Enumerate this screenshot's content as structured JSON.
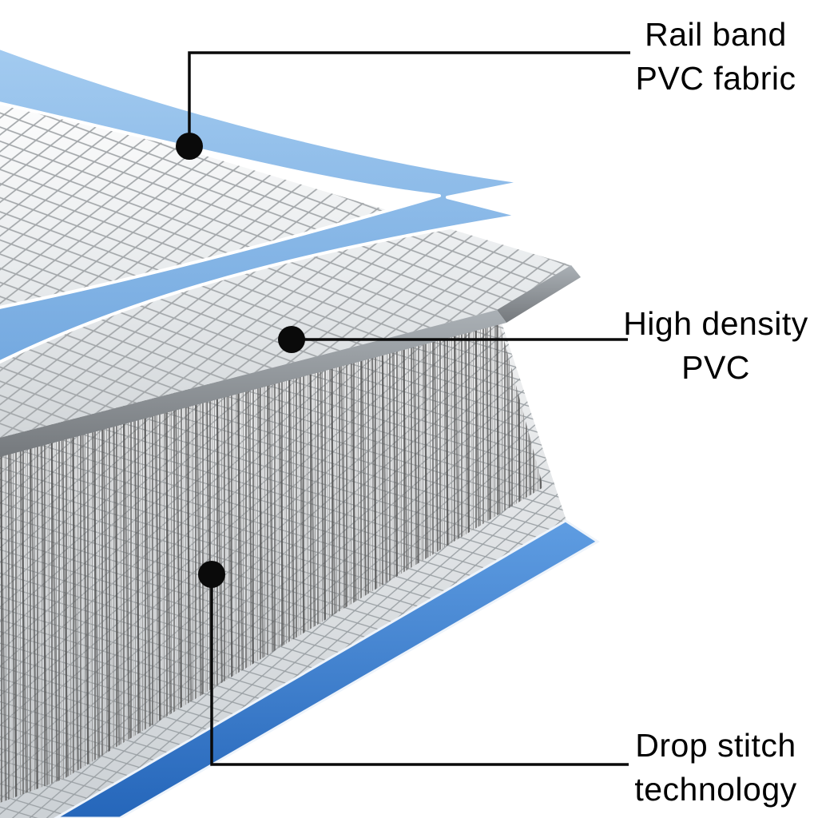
{
  "diagram": {
    "subject": "inflatable air track mat cross-section",
    "callouts": [
      {
        "id": "rail-band",
        "line1": "Rail band",
        "line2": "PVC fabric"
      },
      {
        "id": "high-density",
        "line1": "High density",
        "line2": "PVC"
      },
      {
        "id": "drop-stitch",
        "line1": "Drop stitch",
        "line2": "technology"
      }
    ],
    "colors": {
      "rail_band_blue": "#8abce9",
      "bottom_band_blue": "#2f7bd0",
      "surface_gray": "#d8dcdf",
      "callout_black": "#000000",
      "background": "#ffffff"
    }
  }
}
